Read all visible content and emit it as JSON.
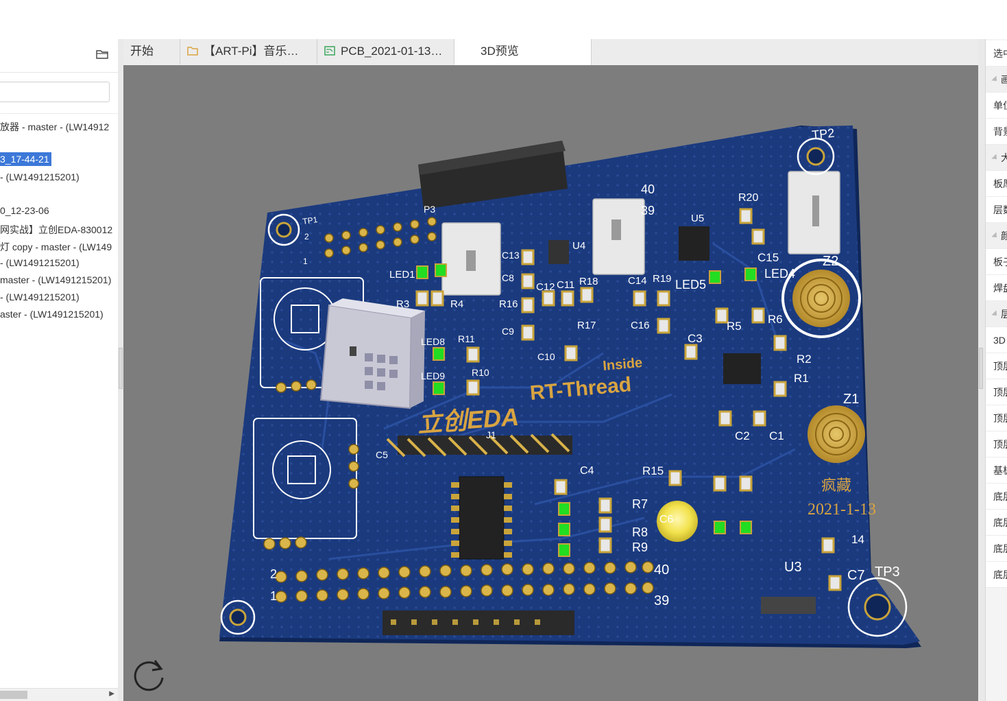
{
  "left_panel": {
    "search_placeholder": "",
    "items": [
      {
        "label": "放器 - master - (LW14912"
      },
      {
        "label": "3_17-44-21",
        "selected": true
      },
      {
        "label": "- (LW1491215201)"
      },
      {
        "label": "0_12-23-06"
      },
      {
        "label": "网实战】立创EDA-830012"
      },
      {
        "label": "灯 copy - master - (LW149"
      },
      {
        "label": "- (LW1491215201)"
      },
      {
        "label": "master - (LW1491215201)"
      },
      {
        "label": "- (LW1491215201)"
      },
      {
        "label": "aster - (LW1491215201)"
      }
    ]
  },
  "tabs": [
    {
      "label": "开始",
      "icon": "none"
    },
    {
      "label": "【ART-Pi】音乐…",
      "icon": "folder-icon"
    },
    {
      "label": "PCB_2021-01-13…",
      "icon": "pcb-icon"
    },
    {
      "label": "3D预览",
      "icon": "none",
      "active": true
    }
  ],
  "pcb": {
    "brand_rtthread_small": "Inside",
    "brand_rtthread": "RT-Thread",
    "brand_lceda": "立创EDA",
    "author": "疯藏",
    "date": "2021-1-13",
    "labels": [
      "TP1",
      "TP2",
      "TP3",
      "P3",
      "U4",
      "U5",
      "U3",
      "Z1",
      "Z2",
      "R1",
      "R2",
      "R3",
      "R4",
      "R5",
      "R6",
      "R7",
      "R8",
      "R9",
      "R10",
      "R11",
      "R15",
      "R16",
      "R17",
      "R18",
      "R19",
      "R20",
      "C1",
      "C2",
      "C3",
      "C4",
      "C5",
      "C6",
      "C7",
      "C8",
      "C9",
      "C10",
      "C11",
      "C12",
      "C13",
      "C14",
      "C15",
      "C16",
      "LED1",
      "LED4",
      "LED5",
      "LED8",
      "LED9",
      "J1",
      "40",
      "39",
      "2",
      "1",
      "14"
    ]
  },
  "right_panel": {
    "rows": [
      {
        "label": "选中",
        "type": "row"
      },
      {
        "label": "画",
        "type": "section"
      },
      {
        "label": "单位",
        "type": "row"
      },
      {
        "label": "背景",
        "type": "row"
      },
      {
        "label": "大",
        "type": "section"
      },
      {
        "label": "板厚",
        "type": "row"
      },
      {
        "label": "层数",
        "type": "row"
      },
      {
        "label": "颜",
        "type": "section"
      },
      {
        "label": "板子",
        "type": "row"
      },
      {
        "label": "焊盘",
        "type": "row"
      },
      {
        "label": "层",
        "type": "section"
      },
      {
        "label": "3D",
        "type": "row"
      },
      {
        "label": "顶层",
        "type": "row"
      },
      {
        "label": "顶层",
        "type": "row"
      },
      {
        "label": "顶层",
        "type": "row"
      },
      {
        "label": "顶层",
        "type": "row"
      },
      {
        "label": "基板",
        "type": "row"
      },
      {
        "label": "底层",
        "type": "row"
      },
      {
        "label": "底层",
        "type": "row"
      },
      {
        "label": "底层",
        "type": "row"
      },
      {
        "label": "底层",
        "type": "row"
      }
    ]
  },
  "colors": {
    "board": "#1b3a7e",
    "silkscreen": "#ffffff",
    "gold": "#c9a43a",
    "background": "#7d7d7d",
    "selection": "#3c78d8",
    "led": "#22dd22"
  }
}
